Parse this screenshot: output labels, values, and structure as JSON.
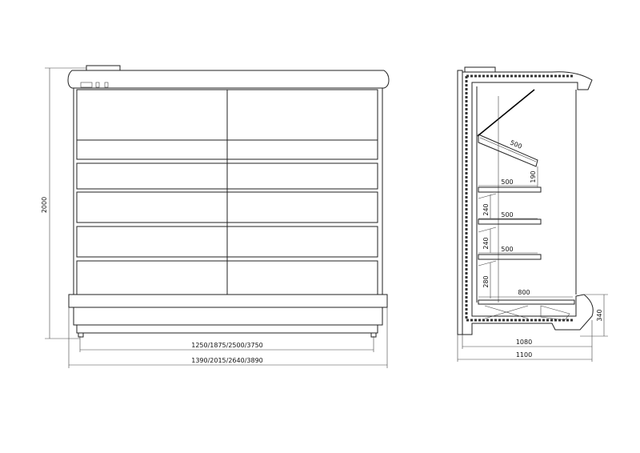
{
  "drawing": {
    "front_view": {
      "height_label": "2000",
      "inner_width_label": "1250/1875/2500/3750",
      "outer_width_label": "1390/2015/2640/3890"
    },
    "side_view": {
      "top_shelf_depth": "500",
      "top_shelf_rise": "190",
      "shelf_depths": [
        "500",
        "500",
        "500"
      ],
      "shelf_spacings": [
        "240",
        "240",
        "280"
      ],
      "base_depth": "800",
      "base_height": "340",
      "inner_depth": "1080",
      "outer_depth": "1100"
    }
  }
}
